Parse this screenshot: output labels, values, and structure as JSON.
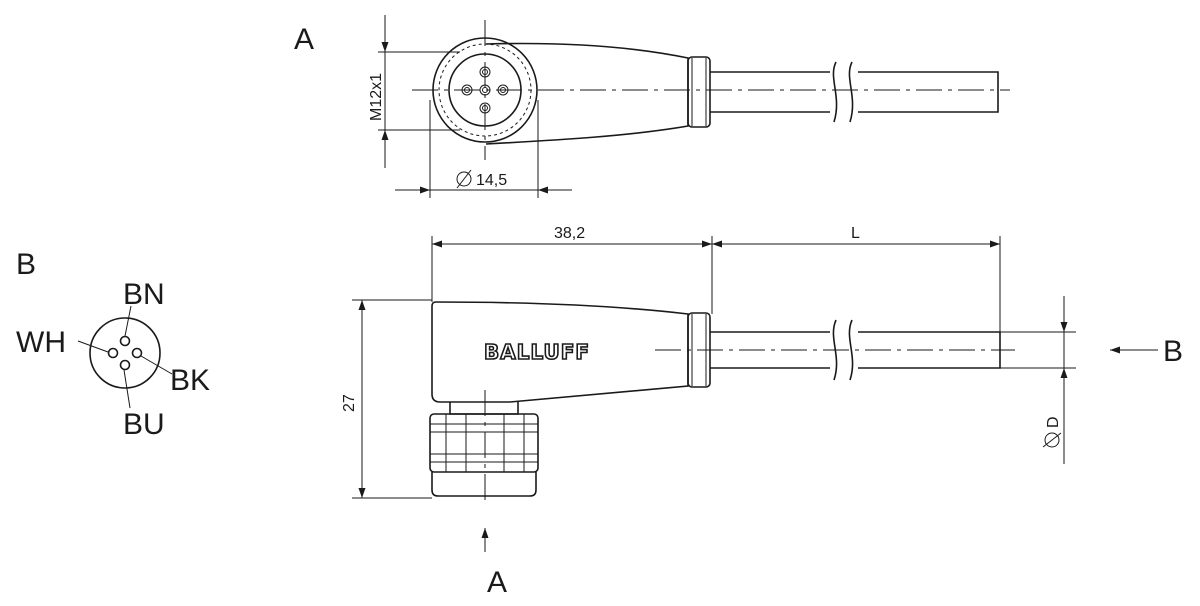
{
  "views": {
    "view_a_label": "A",
    "view_b_label": "B",
    "arrow_a_label": "A",
    "arrow_b_label": "B"
  },
  "dimensions": {
    "thread": "M12x1",
    "diameter_head": "14,5",
    "length_head": "38,2",
    "length_cable": "L",
    "height": "27",
    "diameter_cable": "D"
  },
  "wires": {
    "brown": "BN",
    "white": "WH",
    "black": "BK",
    "blue": "BU"
  },
  "brand": "BALLUFF",
  "colors": {
    "line": "#1a1a1a",
    "background": "#ffffff"
  }
}
